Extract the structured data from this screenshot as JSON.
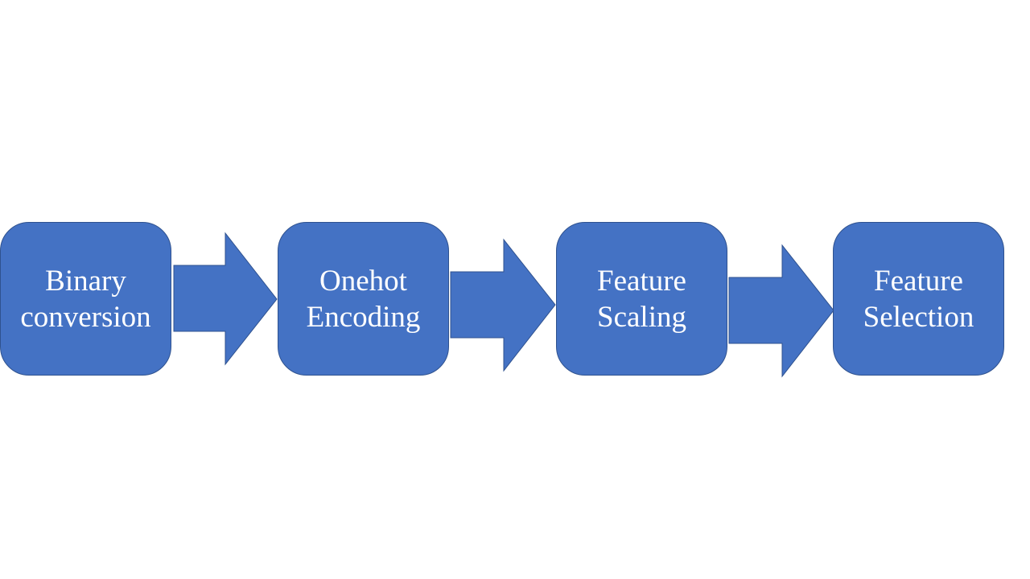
{
  "diagram": {
    "colors": {
      "fill": "#4472c4",
      "stroke": "#2f528f",
      "text": "#ffffff",
      "background": "#ffffff"
    },
    "steps": [
      {
        "label": "Binary\nconversion"
      },
      {
        "label": "Onehot\nEncoding"
      },
      {
        "label": "Feature\nScaling"
      },
      {
        "label": "Feature\nSelection"
      }
    ],
    "connectors": [
      {
        "from": "Binary\nconversion",
        "to": "Onehot\nEncoding",
        "shape": "block-arrow-right"
      },
      {
        "from": "Onehot\nEncoding",
        "to": "Feature\nScaling",
        "shape": "block-arrow-right"
      },
      {
        "from": "Feature\nScaling",
        "to": "Feature\nSelection",
        "shape": "block-arrow-right"
      }
    ]
  }
}
